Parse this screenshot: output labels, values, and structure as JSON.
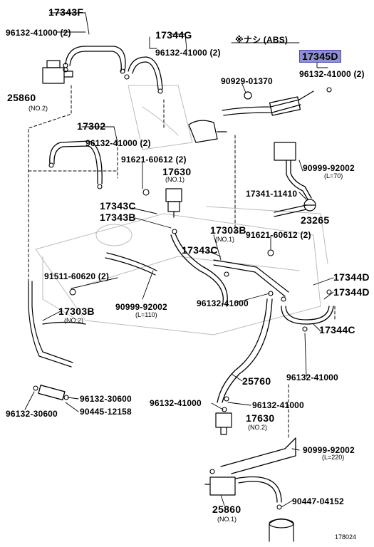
{
  "diagram": {
    "note": "※ナシ (ABS)",
    "figure_number": "178024",
    "highlight_color": "#8f8fd6",
    "labels": {
      "p17343F": "17343F",
      "p96132_41000_2_a": "96132-41000 (2)",
      "p17344G": "17344G",
      "p96132_41000_2_b": "96132-41000 (2)",
      "p17345D": "17345D",
      "p96132_41000_2_c": "96132-41000 (2)",
      "p90929_01370": "90929-01370",
      "p25860_top": "25860",
      "p25860_top_sub": "(NO.2)",
      "p17302": "17302",
      "p96132_41000_2_d": "96132-41000 (2)",
      "p91621_60612_2_a": "91621-60612 (2)",
      "p17630_top": "17630",
      "p17630_top_sub": "(NO.1)",
      "p90999_92002_a": "90999-92002",
      "p90999_92002_a_sub": "(L=70)",
      "p17341_11410": "17341-11410",
      "p23265": "23265",
      "p17343C_a": "17343C",
      "p17343B_a": "17343B",
      "p17303B_a": "17303B",
      "p17303B_a_sub": "(NO.1)",
      "p91621_60612_2_b": "91621-60612 (2)",
      "p17343C_b": "17343C",
      "p91511_60620_2": "91511-60620 (2)",
      "p17344D_a": "17344D",
      "p17344D_b": "17344D",
      "p90999_92002_b": "90999-92002",
      "p90999_92002_b_sub": "(L=110)",
      "p96132_41000_e": "96132-41000",
      "p17303B_b": "17303B",
      "p17303B_b_sub": "(NO.2)",
      "p17344C": "17344C",
      "p25760": "25760",
      "p96132_41000_f": "96132-41000",
      "p96132_30600_a": "96132-30600",
      "p96132_30600_b": "96132-30600",
      "p90445_12158": "90445-12158",
      "p96132_41000_g": "96132-41000",
      "p96132_41000_h": "96132-41000",
      "p17630_bot": "17630",
      "p17630_bot_sub": "(NO.2)",
      "p90999_92002_c": "90999-92002",
      "p90999_92002_c_sub": "(L=220)",
      "p25860_bot": "25860",
      "p25860_bot_sub": "(NO.1)",
      "p90447_04152": "90447-04152"
    }
  }
}
